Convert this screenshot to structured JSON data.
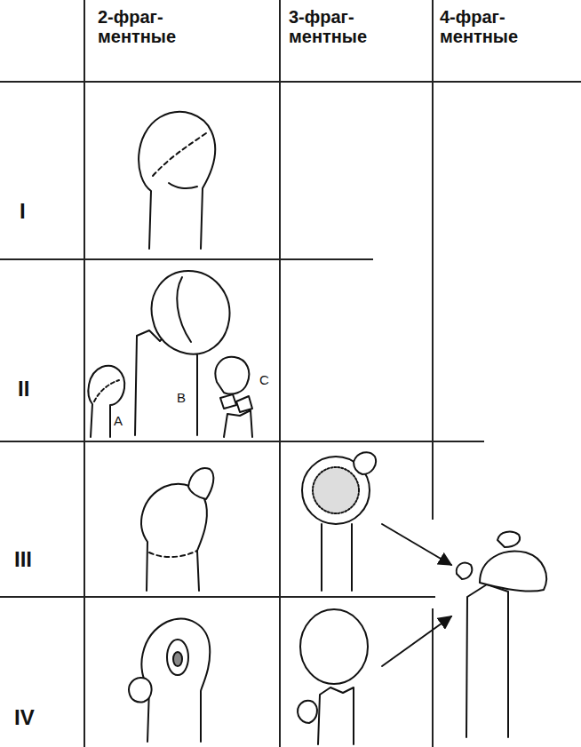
{
  "diagram": {
    "labels": [
      "2-фраг- ментные",
      "3-фраг- ментные",
      "4-фраг- ментные",
      "I",
      "II",
      "A",
      "B",
      "C",
      "III",
      "IV"
    ]
  }
}
